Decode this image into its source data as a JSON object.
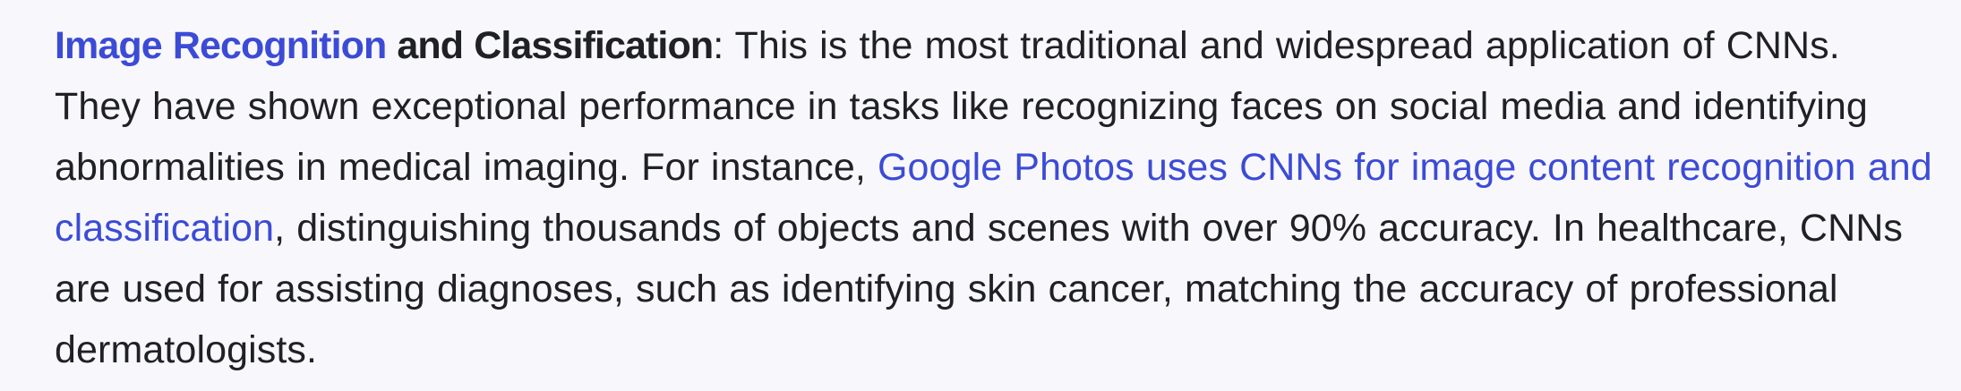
{
  "paragraph": {
    "heading_link": "Image Recognition",
    "heading_rest": " and Classification",
    "heading_colon": ":",
    "text_before_link": " This is the most traditional and widespread application of CNNs. They have shown exceptional performance in tasks like recognizing faces on social media and identifying abnormalities in medical imaging. For instance, ",
    "inline_link": "Google Photos uses CNNs for image content recognition and classification",
    "text_after_link": ", distinguishing thousands of objects and scenes with over 90% accuracy. In healthcare, CNNs are used for assisting diagnoses, such as identifying skin cancer, matching the accuracy of professional dermatologists."
  },
  "colors": {
    "link": "#3c4bd6",
    "text": "#202124",
    "background": "#f8f8fc"
  }
}
